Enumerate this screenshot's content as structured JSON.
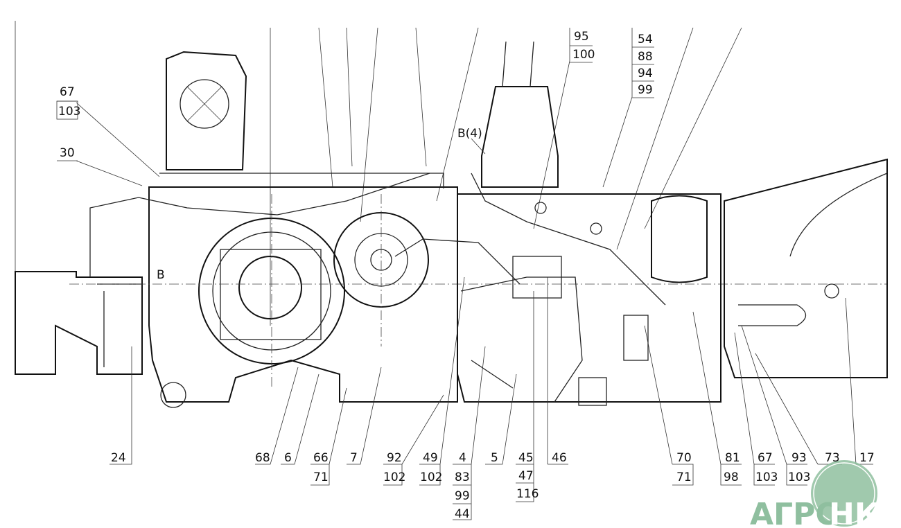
{
  "drawing": {
    "top_callouts": [
      {
        "id": "c67-103",
        "lines": [
          "67",
          "103"
        ]
      },
      {
        "id": "c30",
        "lines": [
          "30"
        ]
      },
      {
        "id": "c95-100",
        "lines": [
          "95",
          "100"
        ]
      },
      {
        "id": "c54-88-94-99",
        "lines": [
          "54",
          "88",
          "94",
          "99"
        ]
      }
    ],
    "view_marks": {
      "b4": "B(4)",
      "b": "B"
    },
    "bottom_callouts": [
      {
        "id": "c24",
        "lines": [
          "24"
        ]
      },
      {
        "id": "c68",
        "lines": [
          "68"
        ]
      },
      {
        "id": "c6",
        "lines": [
          "6"
        ]
      },
      {
        "id": "c66-71",
        "lines": [
          "66",
          "71"
        ]
      },
      {
        "id": "c7",
        "lines": [
          "7"
        ]
      },
      {
        "id": "c92-102",
        "lines": [
          "92",
          "102"
        ]
      },
      {
        "id": "c49-102",
        "lines": [
          "49",
          "102"
        ]
      },
      {
        "id": "c4-83-99-44",
        "lines": [
          "4",
          "83",
          "99",
          "44"
        ]
      },
      {
        "id": "c5",
        "lines": [
          "5"
        ]
      },
      {
        "id": "c45-47-116",
        "lines": [
          "45",
          "47",
          "116"
        ]
      },
      {
        "id": "c46",
        "lines": [
          "46"
        ]
      },
      {
        "id": "c70-71",
        "lines": [
          "70",
          "71"
        ]
      },
      {
        "id": "c81-98",
        "lines": [
          "81",
          "98"
        ]
      },
      {
        "id": "c67-103b",
        "lines": [
          "67",
          "103"
        ]
      },
      {
        "id": "c93-103",
        "lines": [
          "93",
          "103"
        ]
      },
      {
        "id": "c73",
        "lines": [
          "73"
        ]
      },
      {
        "id": "c17",
        "lines": [
          "17"
        ]
      }
    ]
  },
  "watermark": {
    "text": "АГРОНКА",
    "color": "#8fbf9f"
  }
}
